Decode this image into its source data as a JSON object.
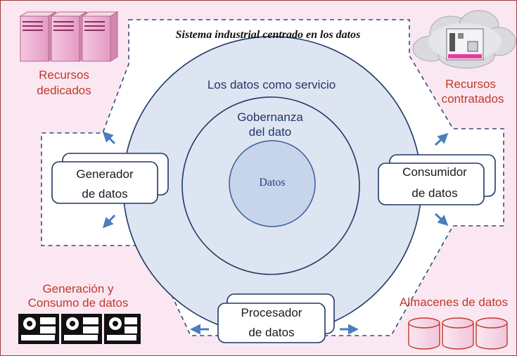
{
  "title": "Sistema industrial centrado en los datos",
  "rings": {
    "outer": "Los datos como  servicio",
    "middle_line1": "Gobernanza",
    "middle_line2": "del dato",
    "core": "Datos"
  },
  "roles": {
    "generator": [
      "Generador",
      "de datos"
    ],
    "consumer": [
      "Consumidor",
      "de datos"
    ],
    "processor": [
      "Procesador",
      "de datos"
    ]
  },
  "corners": {
    "top_left": [
      "Recursos",
      "dedicados"
    ],
    "top_right": [
      "Recursos",
      "contratados"
    ],
    "bottom_left": [
      "Generación y",
      "Consumo de datos"
    ],
    "bottom_right": "Almacenes de datos"
  },
  "icons": {
    "top_left": "server-rack-icon",
    "top_right": "cloud-server-icon",
    "bottom_left": "industrial-device-icon",
    "bottom_right": "database-icon"
  },
  "colors": {
    "background": "#fbe7f1",
    "circle_fill": "#dde5f2",
    "circle_stroke": "#203864",
    "arrow": "#4a7ec0",
    "label_red": "#c0392b"
  }
}
